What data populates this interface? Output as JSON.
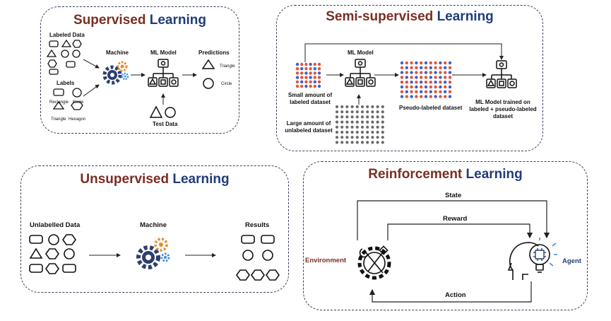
{
  "supervised": {
    "title_part1": "Supervised",
    "title_part2": "Learning",
    "labeled_data": "Labeled Data",
    "labels": "Labels",
    "label_rectangle": "Rectangle",
    "label_circle": "Circle",
    "label_triangle": "Triangle",
    "label_hexagon": "Hexagon",
    "machine": "Machine",
    "ml_model": "ML Model",
    "predictions": "Predictions",
    "pred_triangle": "Triangle",
    "pred_circle": "Circle",
    "test_data": "Test Data"
  },
  "semi_supervised": {
    "title_part1": "Semi-supervised",
    "title_part2": "Learning",
    "ml_model": "ML Model",
    "small_labeled": "Small amount of labeled dataset",
    "large_unlabeled": "Large amount of unlabeled dataset",
    "pseudo_labeled": "Pseudo-labeled dataset",
    "trained_model": "ML Model trained on labeled + pseudo-labeled dataset"
  },
  "unsupervised": {
    "title_part1": "Unsupervised",
    "title_part2": "Learning",
    "unlabelled_data": "Unlabelled Data",
    "machine": "Machine",
    "results": "Results"
  },
  "reinforcement": {
    "title_part1": "Reinforcement",
    "title_part2": "Learning",
    "state": "State",
    "reward": "Reward",
    "action": "Action",
    "environment": "Environment",
    "agent": "Agent"
  },
  "colors": {
    "title_dark_red": "#7a2e22",
    "title_navy": "#1f3d7a",
    "gear_navy": "#2d3e6e",
    "gear_orange": "#e58a2a",
    "gear_blue": "#3f8fd8",
    "dot_red": "#e0553b",
    "dot_blue": "#3c5fcf",
    "dot_gray": "#6b6b6b"
  }
}
